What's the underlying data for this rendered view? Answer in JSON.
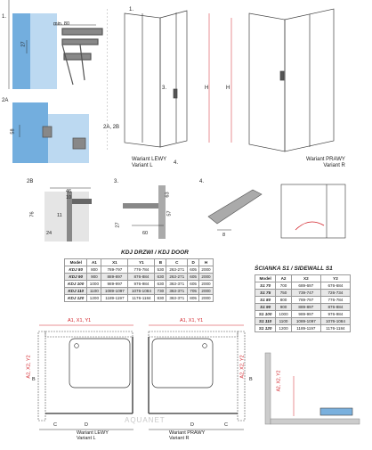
{
  "labels": {
    "step1": "1.",
    "step1_alt": "1.",
    "step2a": "2A",
    "step2b": "2B",
    "step3": "3.",
    "step3_alt": "3.",
    "step4": "4.",
    "step4_alt": "4.",
    "callout_2a2b": "2A, 2B",
    "min80": "min. 80",
    "dim27": "27",
    "dim58": "58",
    "dim8": "8",
    "dim46": "46",
    "dim10": "10",
    "dim11": "11",
    "dim76": "76",
    "dim24": "24",
    "dim63": "63",
    "dim57": "57",
    "dim27b": "27",
    "dim60": "60",
    "H_left": "H",
    "H_right": "H",
    "left_variant_line1": "Wariant LEWY",
    "left_variant_line2": "Variant L",
    "right_variant_line1": "Wariant PRAWY",
    "right_variant_line2": "Variant R",
    "plan_left_line1": "Wariant LEWY",
    "plan_left_line2": "Variant L",
    "plan_right_line1": "Wariant PRAWY",
    "plan_right_line2": "Variant R",
    "A1X1Y1_left": "A1, X1, Y1",
    "A1X1Y1_right": "A1, X1, Y1",
    "A2X2Y2_left": "A2, X2, Y2",
    "A2X2Y2_right": "A2, X2, Y2",
    "A2X2Y2_side": "A2, X2, Y2",
    "B_left": "B",
    "C_left": "C",
    "D_left": "D",
    "B_right": "B",
    "C_right": "C",
    "D_right": "D",
    "watermark": "AQUANET"
  },
  "door_table": {
    "title": "KDJ DRZWI / KDJ DOOR",
    "headers": [
      "Model",
      "A1",
      "X1",
      "Y1",
      "B",
      "C",
      "D",
      "H"
    ],
    "rows": [
      [
        "KDJ 80",
        "800",
        "789-797",
        "776-784",
        "530",
        "263-271",
        "605",
        "2000"
      ],
      [
        "KDJ 90",
        "900",
        "889-897",
        "876-884",
        "630",
        "263-271",
        "605",
        "2000"
      ],
      [
        "KDJ 100",
        "1000",
        "989-997",
        "976-984",
        "630",
        "363-371",
        "605",
        "2000"
      ],
      [
        "KDJ 110",
        "1100",
        "1089-1097",
        "1076-1084",
        "730",
        "363-371",
        "705",
        "2000"
      ],
      [
        "KDJ 120",
        "1200",
        "1189-1197",
        "1176-1184",
        "830",
        "363-371",
        "805",
        "2000"
      ]
    ]
  },
  "side_table": {
    "title": "ŚCIANKA S1 / SIDEWALL S1",
    "headers": [
      "Model",
      "A2",
      "X2",
      "Y2"
    ],
    "rows": [
      [
        "S1 70",
        "700",
        "689-697",
        "676-684"
      ],
      [
        "S1 75",
        "750",
        "739-747",
        "726-734"
      ],
      [
        "S1 80",
        "800",
        "789-797",
        "776-784"
      ],
      [
        "S1 90",
        "900",
        "889-897",
        "876-884"
      ],
      [
        "S1 100",
        "1000",
        "989-997",
        "976-984"
      ],
      [
        "S1 110",
        "1100",
        "1089-1097",
        "1076-1084"
      ],
      [
        "S1 120",
        "1200",
        "1189-1197",
        "1176-1184"
      ]
    ]
  },
  "colors": {
    "dim_red": "#d2232a",
    "glass_blue": "#5aa0d8",
    "frame": "#333333",
    "wall": "#9a9a9a"
  }
}
